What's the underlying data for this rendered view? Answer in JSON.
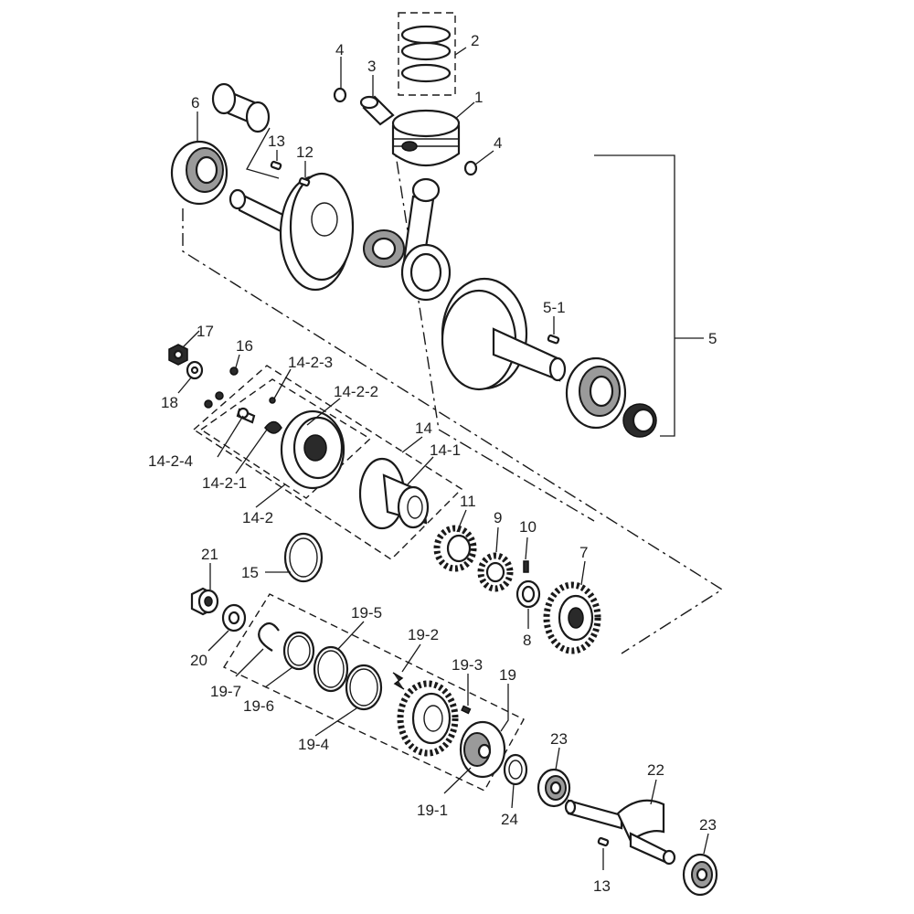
{
  "labels": {
    "l1": "1",
    "l2": "2",
    "l3": "3",
    "l4a": "4",
    "l4b": "4",
    "l5": "5",
    "l5_1": "5-1",
    "l6": "6",
    "l7": "7",
    "l8": "8",
    "l9": "9",
    "l10": "10",
    "l11": "11",
    "l12": "12",
    "l13a": "13",
    "l13b": "13",
    "l14": "14",
    "l14_1": "14-1",
    "l14_2": "14-2",
    "l14_2_1": "14-2-1",
    "l14_2_2": "14-2-2",
    "l14_2_3": "14-2-3",
    "l14_2_4": "14-2-4",
    "l15": "15",
    "l16": "16",
    "l17": "17",
    "l18": "18",
    "l19": "19",
    "l19_1": "19-1",
    "l19_2": "19-2",
    "l19_3": "19-3",
    "l19_4": "19-4",
    "l19_5": "19-5",
    "l19_6": "19-6",
    "l19_7": "19-7",
    "l20": "20",
    "l21": "21",
    "l22": "22",
    "l23a": "23",
    "l23b": "23",
    "l24": "24"
  }
}
